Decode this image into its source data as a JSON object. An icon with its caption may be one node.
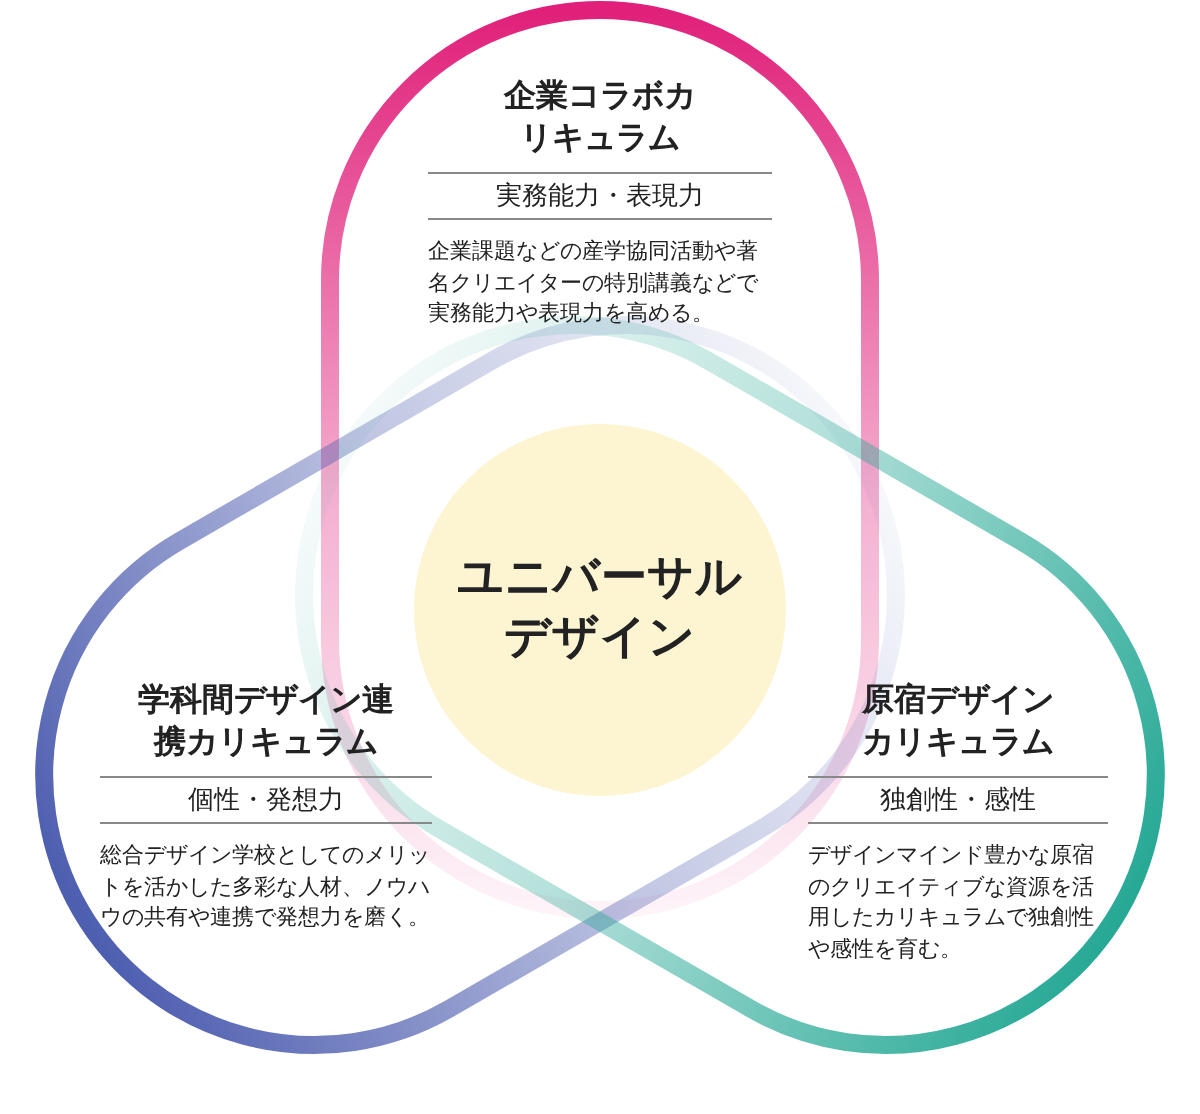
{
  "diagram": {
    "nodes": [
      {
        "text": [
          "企業コラボカリキュラム",
          "実務能力・表現力",
          "企業課題などの産学協同活動や著名クリエイターの特別講義などで実務能力や表現力を高める。"
        ]
      },
      {
        "text": [
          "ユニバーサルデザイン"
        ]
      },
      {
        "text": [
          "学科間デザイン連携カリキュラム",
          "個性・発想力",
          "総合デザイン学校としてのメリットを活かした多彩な人材、ノウハウの共有や連携で発想力を磨く。"
        ]
      },
      {
        "text": [
          "原宿デザインカリキュラム",
          "独創性・感性",
          "デザインマインド豊かな原宿のクリエイティブな資源を活用したカリキュラムで独創性や感性を育む。"
        ]
      }
    ],
    "edges": []
  }
}
